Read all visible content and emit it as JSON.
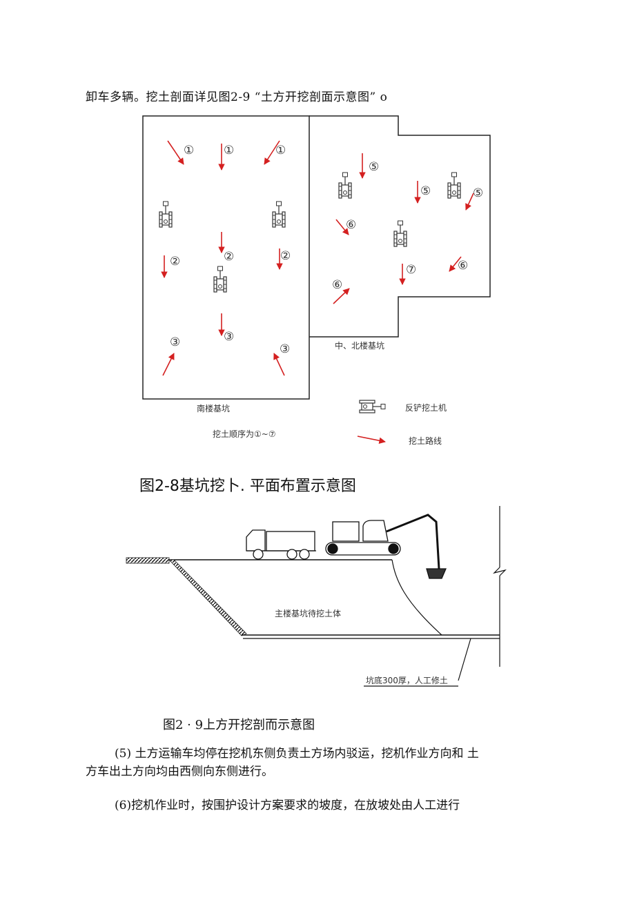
{
  "intro": {
    "text": "卸车多辆。挖土剖面详见图2-9 “土方开挖剖面示意图” o"
  },
  "figure1": {
    "caption": "图2-8基坑挖卜. 平面布置示意图",
    "south_pit_label": "南楼基坑",
    "north_pit_label": "中、北楼基坑",
    "sequence_note": "挖土顺序为①~⑦",
    "legend_excavator": "反铲挖土机",
    "legend_route": "挖土路线",
    "marks": {
      "m1": "①",
      "m2": "②",
      "m3": "③",
      "m5": "⑤",
      "m6": "⑥",
      "m7": "⑦"
    },
    "colors": {
      "arrow": "#d42020",
      "line": "#222222"
    }
  },
  "figure2": {
    "caption": "图2 · 9上方开挖剖而示意图",
    "soil_label": "主楼基坑待挖土体",
    "bottom_note": "坑底300厚，人工修土"
  },
  "paragraphs": {
    "p5_line1": "(5) 土方运输车均停在挖机东侧负责土方场内驳运，挖机作业方向和 土",
    "p5_line2": "方车出土方向均由西侧向东侧进行。",
    "p6_line1": "(6)挖机作业时，按围护设计方案要求的坡度，在放坡处由人工进行"
  }
}
